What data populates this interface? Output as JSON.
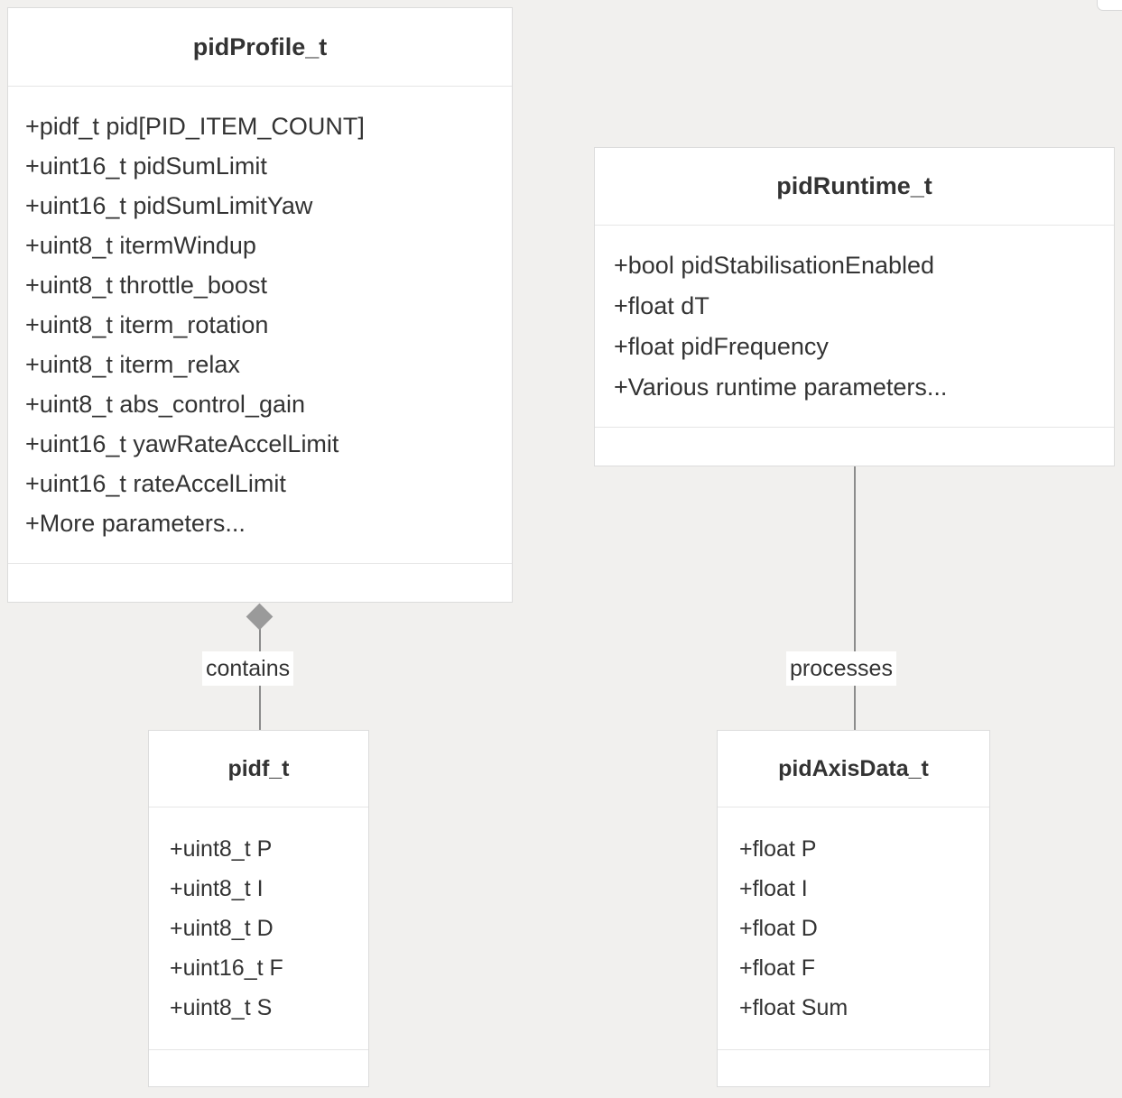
{
  "diagram": {
    "type": "uml-class-diagram",
    "background_color": "#f1f0ee",
    "box_fill_color": "#ffffff",
    "box_border_color": "#dcdcdc",
    "text_color": "#333333",
    "connector_color": "#8c8c8c",
    "classes": [
      {
        "id": "pidProfile_t",
        "title": "pidProfile_t",
        "attributes": [
          "+pidf_t pid[PID_ITEM_COUNT]",
          "+uint16_t pidSumLimit",
          "+uint16_t pidSumLimitYaw",
          "+uint8_t itermWindup",
          "+uint8_t throttle_boost",
          "+uint8_t iterm_rotation",
          "+uint8_t iterm_relax",
          "+uint8_t abs_control_gain",
          "+uint16_t yawRateAccelLimit",
          "+uint16_t rateAccelLimit",
          "+More parameters..."
        ],
        "methods": []
      },
      {
        "id": "pidRuntime_t",
        "title": "pidRuntime_t",
        "attributes": [
          "+bool pidStabilisationEnabled",
          "+float dT",
          "+float pidFrequency",
          "+Various runtime parameters..."
        ],
        "methods": []
      },
      {
        "id": "pidf_t",
        "title": "pidf_t",
        "attributes": [
          "+uint8_t P",
          "+uint8_t I",
          "+uint8_t D",
          "+uint16_t F",
          "+uint8_t S"
        ],
        "methods": []
      },
      {
        "id": "pidAxisData_t",
        "title": "pidAxisData_t",
        "attributes": [
          "+float P",
          "+float I",
          "+float D",
          "+float F",
          "+float Sum"
        ],
        "methods": []
      }
    ],
    "relationships": [
      {
        "id": "contains",
        "label": "contains",
        "from": "pidProfile_t",
        "to": "pidf_t",
        "kind": "composition",
        "marker": "filled-diamond"
      },
      {
        "id": "processes",
        "label": "processes",
        "from": "pidRuntime_t",
        "to": "pidAxisData_t",
        "kind": "association",
        "marker": "none"
      }
    ]
  },
  "overlay": {
    "corner_button_icon": "rounded-square-button"
  }
}
